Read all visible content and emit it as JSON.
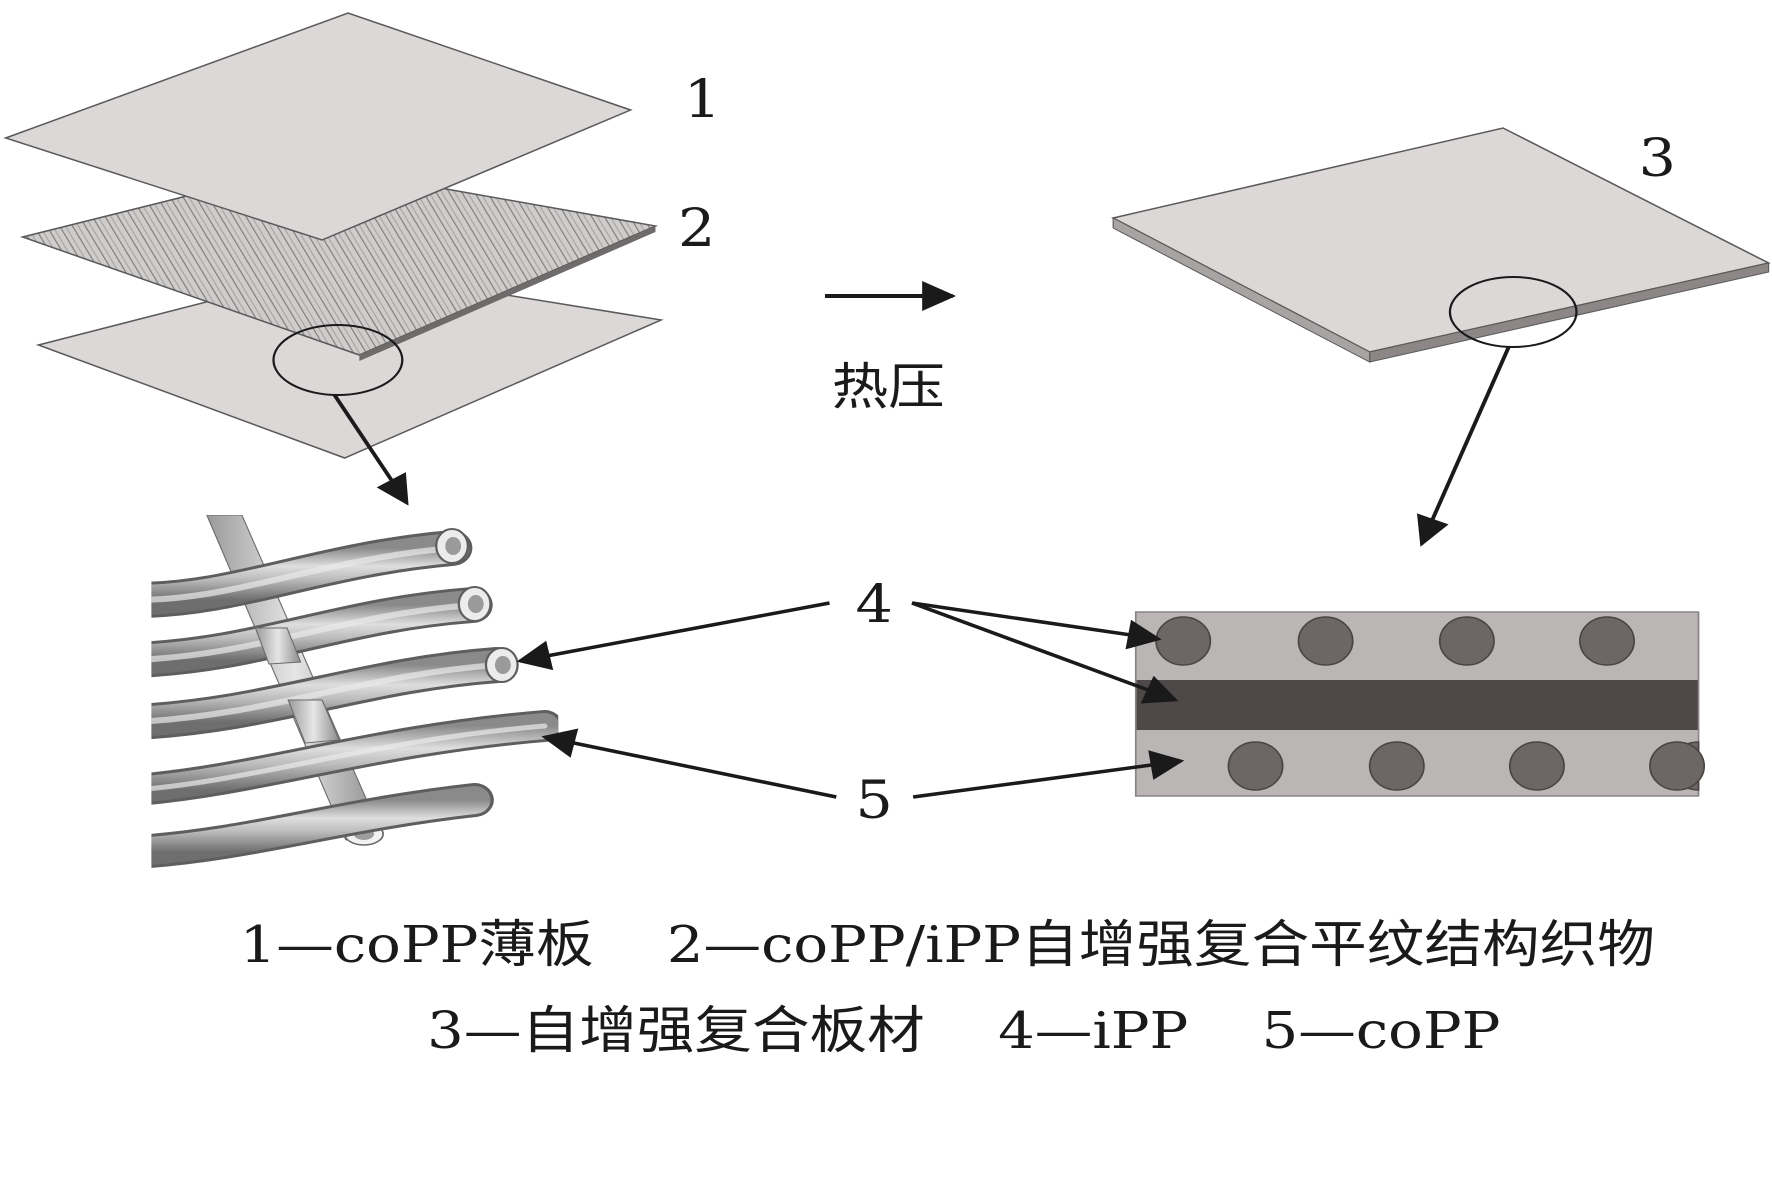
{
  "labels": {
    "n1": "1",
    "n2": "2",
    "n3": "3",
    "n4": "4",
    "n5": "5"
  },
  "process": {
    "hot_press": "热压"
  },
  "caption": {
    "line1": "1—coPP薄板    2—coPP/iPP自增强复合平纹结构织物",
    "line2": "3—自增强复合板材    4—iPP    5—coPP"
  },
  "colors": {
    "sheet_fill": "#dbd8d7",
    "sheet_stroke": "#5a5a5a",
    "fiber_light": "#d3d3d3",
    "fiber_mid": "#a9a9a9",
    "fiber_dark": "#7d7d7d",
    "matrix": "#bab6b5",
    "core_band": "#4e4848",
    "fiber_dot": "#6c6665",
    "arrow": "#1a1a1a"
  }
}
